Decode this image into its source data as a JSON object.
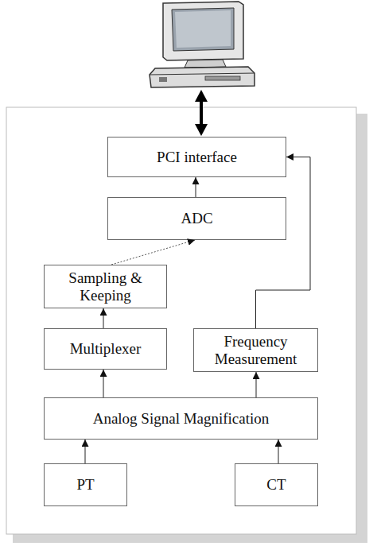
{
  "diagram": {
    "nodes": [
      {
        "text": [
          "PCI interface"
        ]
      },
      {
        "text": [
          "ADC"
        ]
      },
      {
        "text": [
          "Sampling & Keeping"
        ]
      },
      {
        "text": [
          "Multiplexer"
        ]
      },
      {
        "text": [
          "Frequency Measurement"
        ]
      },
      {
        "text": [
          "Analog Signal Magnification"
        ]
      },
      {
        "text": [
          "PT"
        ]
      },
      {
        "text": [
          "CT"
        ]
      }
    ],
    "edges": [
      {
        "from": 6,
        "to": 5,
        "arrow": "to"
      },
      {
        "from": 7,
        "to": 5,
        "arrow": "to"
      },
      {
        "from": 5,
        "to": 3,
        "arrow": "to"
      },
      {
        "from": 5,
        "to": 4,
        "arrow": "to"
      },
      {
        "from": 3,
        "to": 2,
        "arrow": "to"
      },
      {
        "from": 2,
        "to": 1,
        "arrow": "to"
      },
      {
        "from": 1,
        "to": 0,
        "arrow": "to"
      },
      {
        "from": 4,
        "to": 0,
        "arrow": "to"
      }
    ]
  }
}
